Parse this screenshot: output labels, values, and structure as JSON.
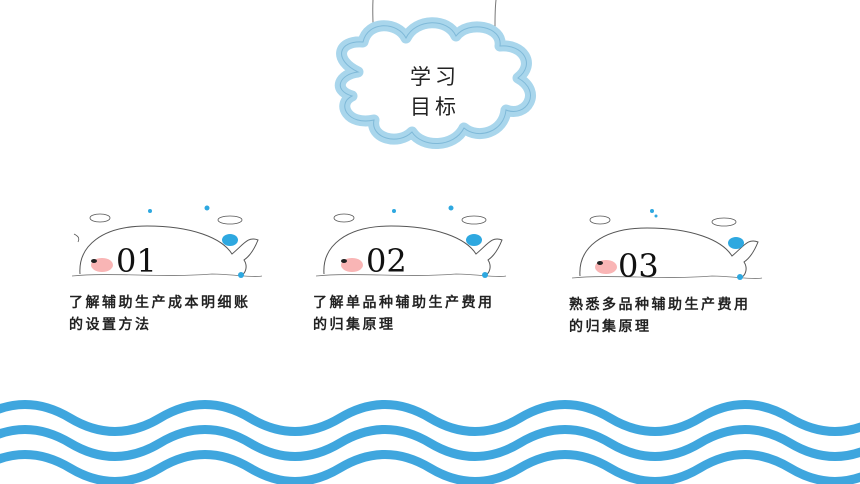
{
  "sign": {
    "title": "学习目标"
  },
  "goals": [
    {
      "number": "01",
      "text": "了解辅助生产成本明细账的设置方法"
    },
    {
      "number": "02",
      "text": "了解单品种辅助生产费用的归集原理"
    },
    {
      "number": "03",
      "text": "熟悉多品种辅助生产费用的归集原理"
    }
  ],
  "colors": {
    "cloud": "#a9d6ec",
    "cloud_outline": "#8ec6e3",
    "wave": "#3fa6de",
    "whale_spot": "#2ea8e0",
    "cheek": "#f25a5a",
    "sketch": "#555555"
  }
}
